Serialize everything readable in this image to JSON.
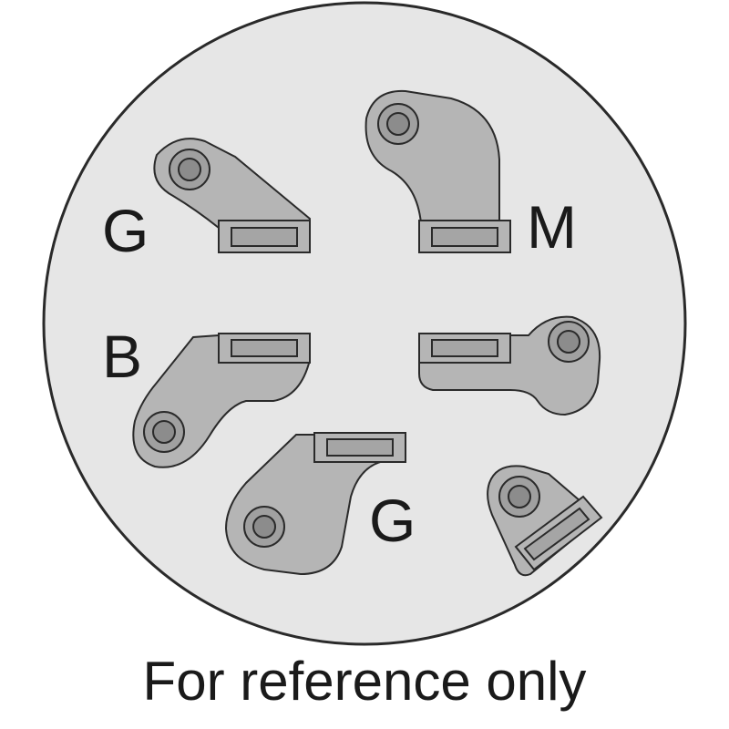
{
  "diagram": {
    "labels": {
      "top_left": "G",
      "top_right": "M",
      "middle_left": "B",
      "bottom_center": "G"
    },
    "caption": "For reference only"
  },
  "colors": {
    "face": "#e6e6e6",
    "terminal": "#b5b5b5",
    "outline": "#2a2a2a",
    "slot": "#9a9a9a",
    "text": "#1a1a1a"
  }
}
